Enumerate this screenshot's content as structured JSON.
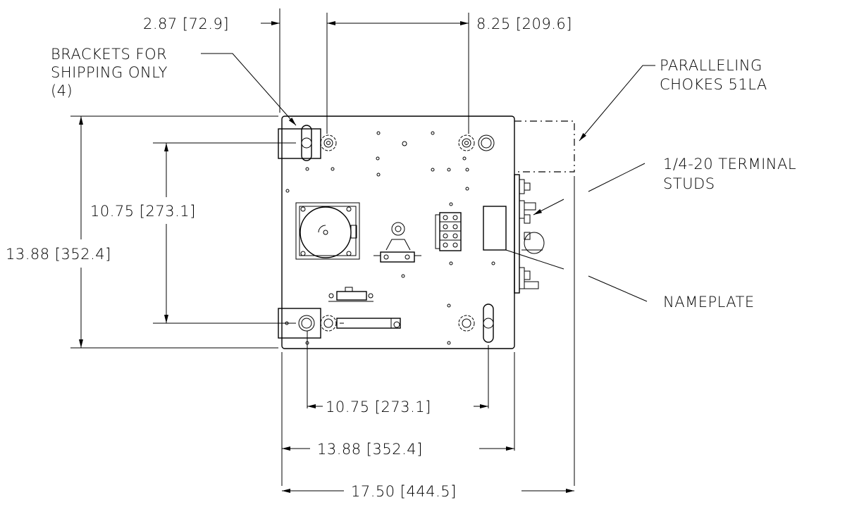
{
  "dimensions": {
    "bracket_offset": "2.87 [72.9]",
    "top_stud_spacing": "8.25 [209.6]",
    "inner_height": "10.75 [273.1]",
    "overall_height": "13.88 [352.4]",
    "bottom_stud_spacing": "10.75 [273.1]",
    "panel_width": "13.88 [352.4]",
    "overall_width": "17.50 [444.5]"
  },
  "callouts": {
    "brackets": [
      "BRACKETS FOR",
      "SHIPPING ONLY",
      "(4)"
    ],
    "chokes": [
      "PARALLELING",
      "CHOKES 51LA"
    ],
    "studs": [
      "1/4-20 TERMINAL",
      "STUDS"
    ],
    "nameplate": "NAMEPLATE"
  }
}
